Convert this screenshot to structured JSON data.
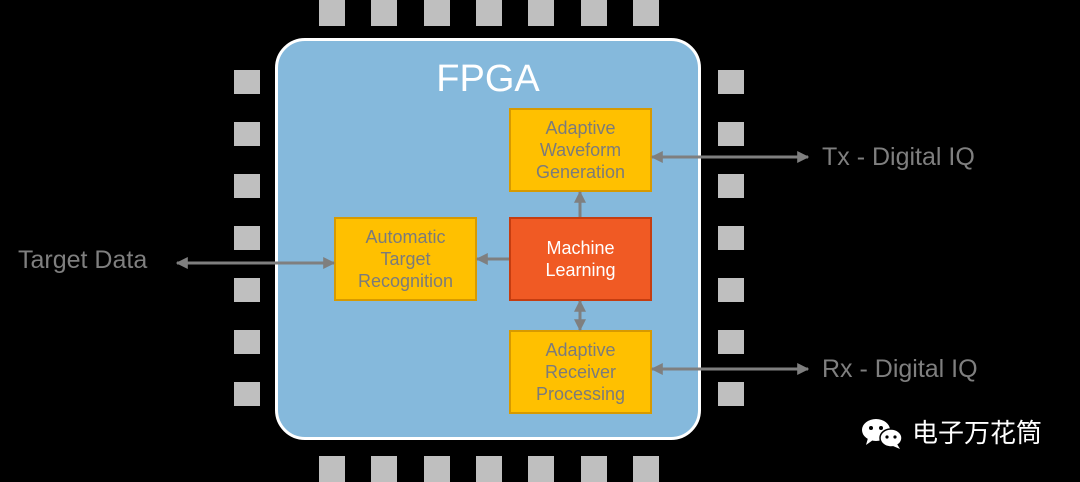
{
  "chip": {
    "title": "FPGA"
  },
  "blocks": {
    "waveform": "Adaptive\nWaveform\nGeneration",
    "atr": "Automatic\nTarget\nRecognition",
    "ml": "Machine\nLearning",
    "receiver": "Adaptive\nReceiver\nProcessing"
  },
  "external": {
    "tx": "Tx - Digital IQ",
    "rx": "Rx - Digital IQ",
    "target": "Target Data"
  },
  "watermark": {
    "text": "电子万花筒",
    "icon": "wechat-icon"
  },
  "colors": {
    "background": "#000000",
    "chip_fill": "#85b9dc",
    "chip_border": "#ffffff",
    "pin": "#bfbfbf",
    "block_yellow": "#ffc000",
    "block_orange": "#f05a24",
    "arrow": "#7f7f7f"
  }
}
